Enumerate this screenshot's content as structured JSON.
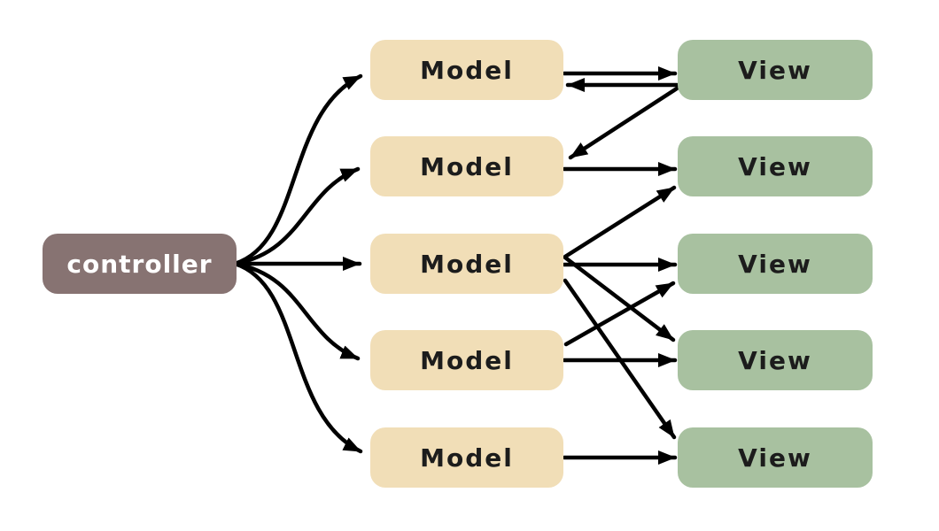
{
  "diagram": {
    "background": "#ffffff",
    "arrow_color": "#000000",
    "node_colors": {
      "model_fill": "#f1deb7",
      "view_fill": "#a8c1a0",
      "label_color": "#1c1c1c"
    },
    "controller": {
      "id": "controller",
      "label": "controller",
      "fill": "#877372",
      "text_color": "#ffffff"
    },
    "models": [
      {
        "id": "model1",
        "label": "Model"
      },
      {
        "id": "model2",
        "label": "Model"
      },
      {
        "id": "model3",
        "label": "Model"
      },
      {
        "id": "model4",
        "label": "Model"
      },
      {
        "id": "model5",
        "label": "Model"
      }
    ],
    "views": [
      {
        "id": "view1",
        "label": "View"
      },
      {
        "id": "view2",
        "label": "View"
      },
      {
        "id": "view3",
        "label": "View"
      },
      {
        "id": "view4",
        "label": "View"
      },
      {
        "id": "view5",
        "label": "View"
      }
    ],
    "edges": [
      {
        "source": "controller",
        "target": "model1",
        "style": "curved"
      },
      {
        "source": "controller",
        "target": "model2",
        "style": "curved"
      },
      {
        "source": "controller",
        "target": "model3",
        "style": "straight"
      },
      {
        "source": "controller",
        "target": "model4",
        "style": "curved"
      },
      {
        "source": "controller",
        "target": "model5",
        "style": "curved"
      },
      {
        "source": "model1",
        "target": "view1",
        "style": "straight"
      },
      {
        "source": "view1",
        "target": "model1",
        "style": "straight"
      },
      {
        "source": "view1",
        "target": "model2",
        "style": "straight"
      },
      {
        "source": "model2",
        "target": "view2",
        "style": "straight"
      },
      {
        "source": "model3",
        "target": "view2",
        "style": "straight"
      },
      {
        "source": "model3",
        "target": "view3",
        "style": "straight"
      },
      {
        "source": "model3",
        "target": "view4",
        "style": "straight"
      },
      {
        "source": "model3",
        "target": "view5",
        "style": "straight"
      },
      {
        "source": "model4",
        "target": "view3",
        "style": "straight"
      },
      {
        "source": "model4",
        "target": "view4",
        "style": "straight"
      },
      {
        "source": "model5",
        "target": "view5",
        "style": "straight"
      }
    ]
  }
}
